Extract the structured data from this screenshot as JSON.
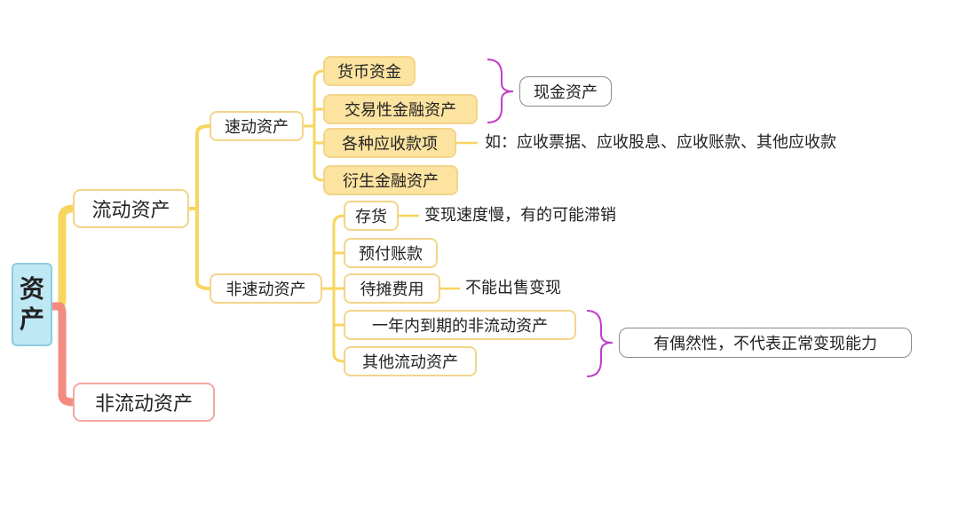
{
  "root": {
    "label": "资产"
  },
  "current_assets": {
    "label": "流动资产",
    "quick_assets": {
      "label": "速动资产",
      "items": [
        "货币资金",
        "交易性金融资产",
        "各种应收款项",
        "衍生金融资产"
      ],
      "cash_note": "现金资产",
      "receivables_note": "如：应收票据、应收股息、应收账款、其他应收款"
    },
    "non_quick_assets": {
      "label": "非速动资产",
      "items": [
        "存货",
        "预付账款",
        "待摊费用",
        "一年内到期的非流动资产",
        "其他流动资产"
      ],
      "inventory_note": "变现速度慢，有的可能滞销",
      "prepaid_note": "不能出售变现",
      "occasional_note": "有偶然性，不代表正常变现能力"
    }
  },
  "noncurrent_assets": {
    "label": "非流动资产"
  },
  "colors": {
    "yellow": "#f7d55f",
    "red": "#f38b80",
    "purple": "#c13ec9",
    "rootFill": "#bfe8f5"
  }
}
